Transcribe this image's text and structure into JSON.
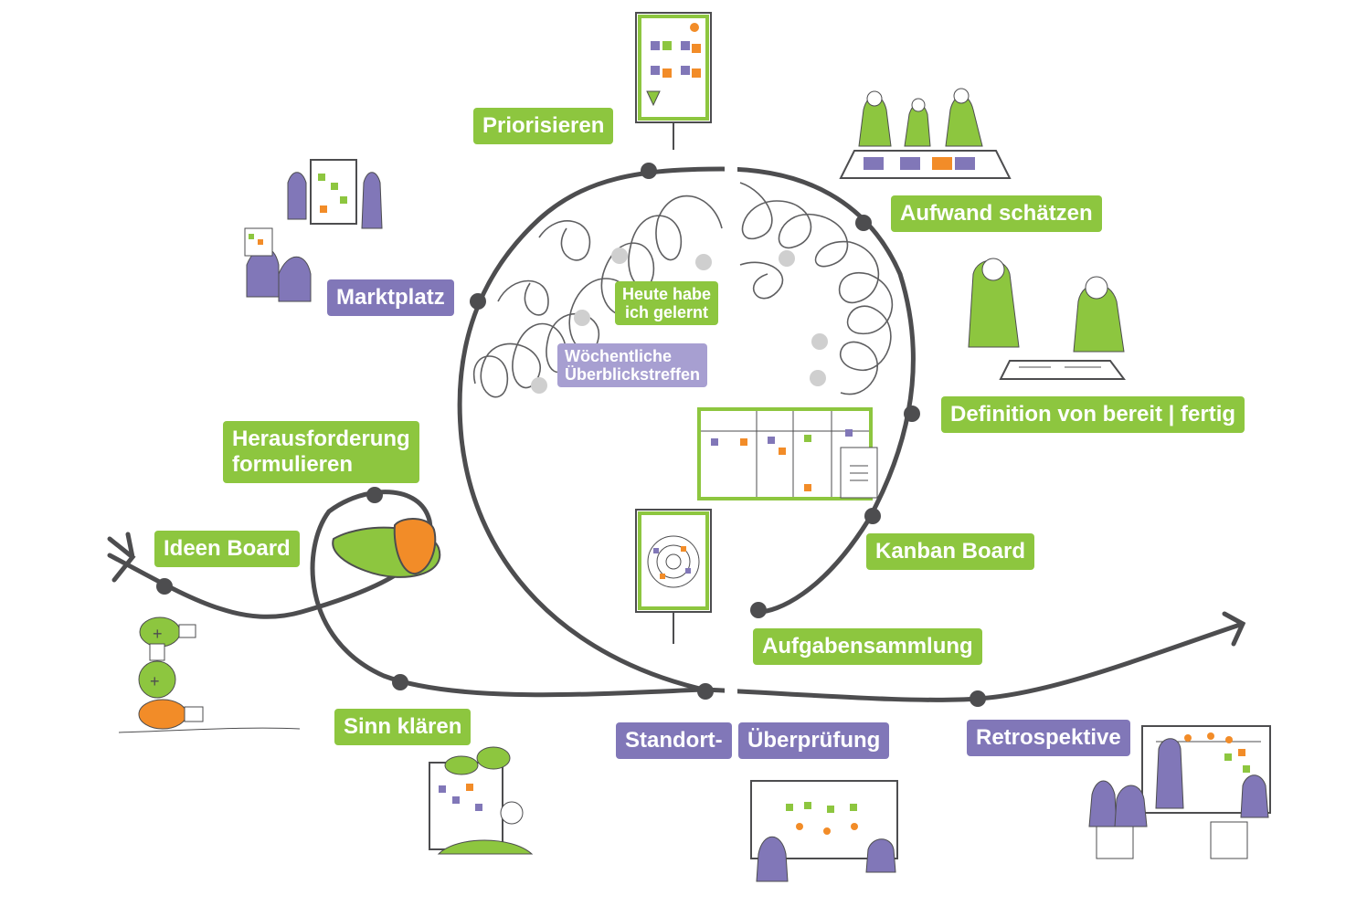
{
  "labels": {
    "priorisieren": "Priorisieren",
    "aufwand_schaetzen": "Aufwand schätzen",
    "marktplatz": "Marktplatz",
    "heute_habe": "Heute habe\nich gelernt",
    "woechentliche": "Wöchentliche\nÜberblickstreffen",
    "definition": "Definition von bereit | fertig",
    "herausforderung": "Herausforderung\nformulieren",
    "ideen_board": "Ideen Board",
    "kanban_board": "Kanban Board",
    "aufgabensammlung": "Aufgabensammlung",
    "sinn_klaeren": "Sinn klären",
    "standort": "Standort-",
    "ueberpruefung": "Überprüfung",
    "retrospektive": "Retrospektive"
  },
  "colors": {
    "green": "#8dc63f",
    "purple": "#8177b8",
    "light_purple": "#a79fd1",
    "line": "#4d4d4f",
    "orange": "#f28c28"
  }
}
